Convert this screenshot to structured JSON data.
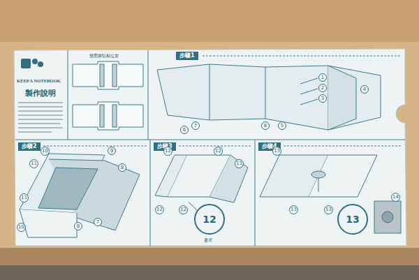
{
  "diagram": {
    "nodes": [
      {
        "text": [
          "步驟1"
        ]
      },
      {
        "text": [
          "1"
        ]
      },
      {
        "text": [
          "2"
        ]
      },
      {
        "text": [
          "3"
        ]
      },
      {
        "text": [
          "4"
        ]
      },
      {
        "text": [
          "5"
        ]
      },
      {
        "text": [
          "6"
        ]
      },
      {
        "text": [
          "7"
        ]
      },
      {
        "text": [
          "8"
        ]
      },
      {
        "text": [
          "步驟2"
        ]
      },
      {
        "text": [
          "11"
        ]
      },
      {
        "text": [
          "10"
        ]
      },
      {
        "text": [
          "9"
        ]
      },
      {
        "text": [
          "8"
        ]
      },
      {
        "text": [
          "11"
        ]
      },
      {
        "text": [
          "10"
        ]
      },
      {
        "text": [
          "8"
        ]
      },
      {
        "text": [
          "7"
        ]
      },
      {
        "text": [
          "步驟3"
        ]
      },
      {
        "text": [
          "12"
        ]
      },
      {
        "text": [
          "12"
        ]
      },
      {
        "text": [
          "13"
        ]
      },
      {
        "text": [
          "12"
        ]
      },
      {
        "text": [
          "12"
        ]
      },
      {
        "text": [
          "12"
        ]
      },
      {
        "text": [
          "步驟4"
        ]
      },
      {
        "text": [
          "13"
        ]
      },
      {
        "text": [
          "13"
        ]
      },
      {
        "text": [
          "13"
        ]
      },
      {
        "text": [
          "13"
        ]
      },
      {
        "text": [
          "14"
        ]
      }
    ],
    "labels": [
      "KEEP A NOTEBOOK",
      "製作說明",
      "雙面膠貼黏位置",
      "書背"
    ]
  }
}
